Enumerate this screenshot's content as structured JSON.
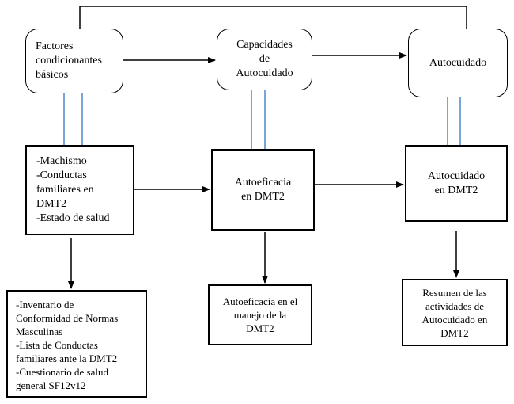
{
  "nodes": {
    "factores": "Factores\ncondicionantes\nbásicos",
    "capacidades": "Capacidades\nde\nAutocuidado",
    "autocuidado": "Autocuidado",
    "factores_detalle": "-Machismo\n-Conductas\nfamiliares en\nDMT2\n-Estado de salud",
    "autoeficacia": "Autoeficacia\nen DMT2",
    "autocuidado_dmt2": "Autocuidado\nen DMT2",
    "instrumentos_factores": "-Inventario de\nConformidad de Normas\nMasculinas\n-Lista de Conductas\nfamiliares ante la DMT2\n-Cuestionario de salud\ngeneral SF12v12",
    "instrumento_autoeficacia": "Autoeficacia en el\nmanejo de la\nDMT2",
    "instrumento_autocuidado": "Resumen de las\nactividades de\nAutocuidado en\nDMT2"
  },
  "colors": {
    "arrow": "#000000",
    "connector": "#4a86c8"
  }
}
